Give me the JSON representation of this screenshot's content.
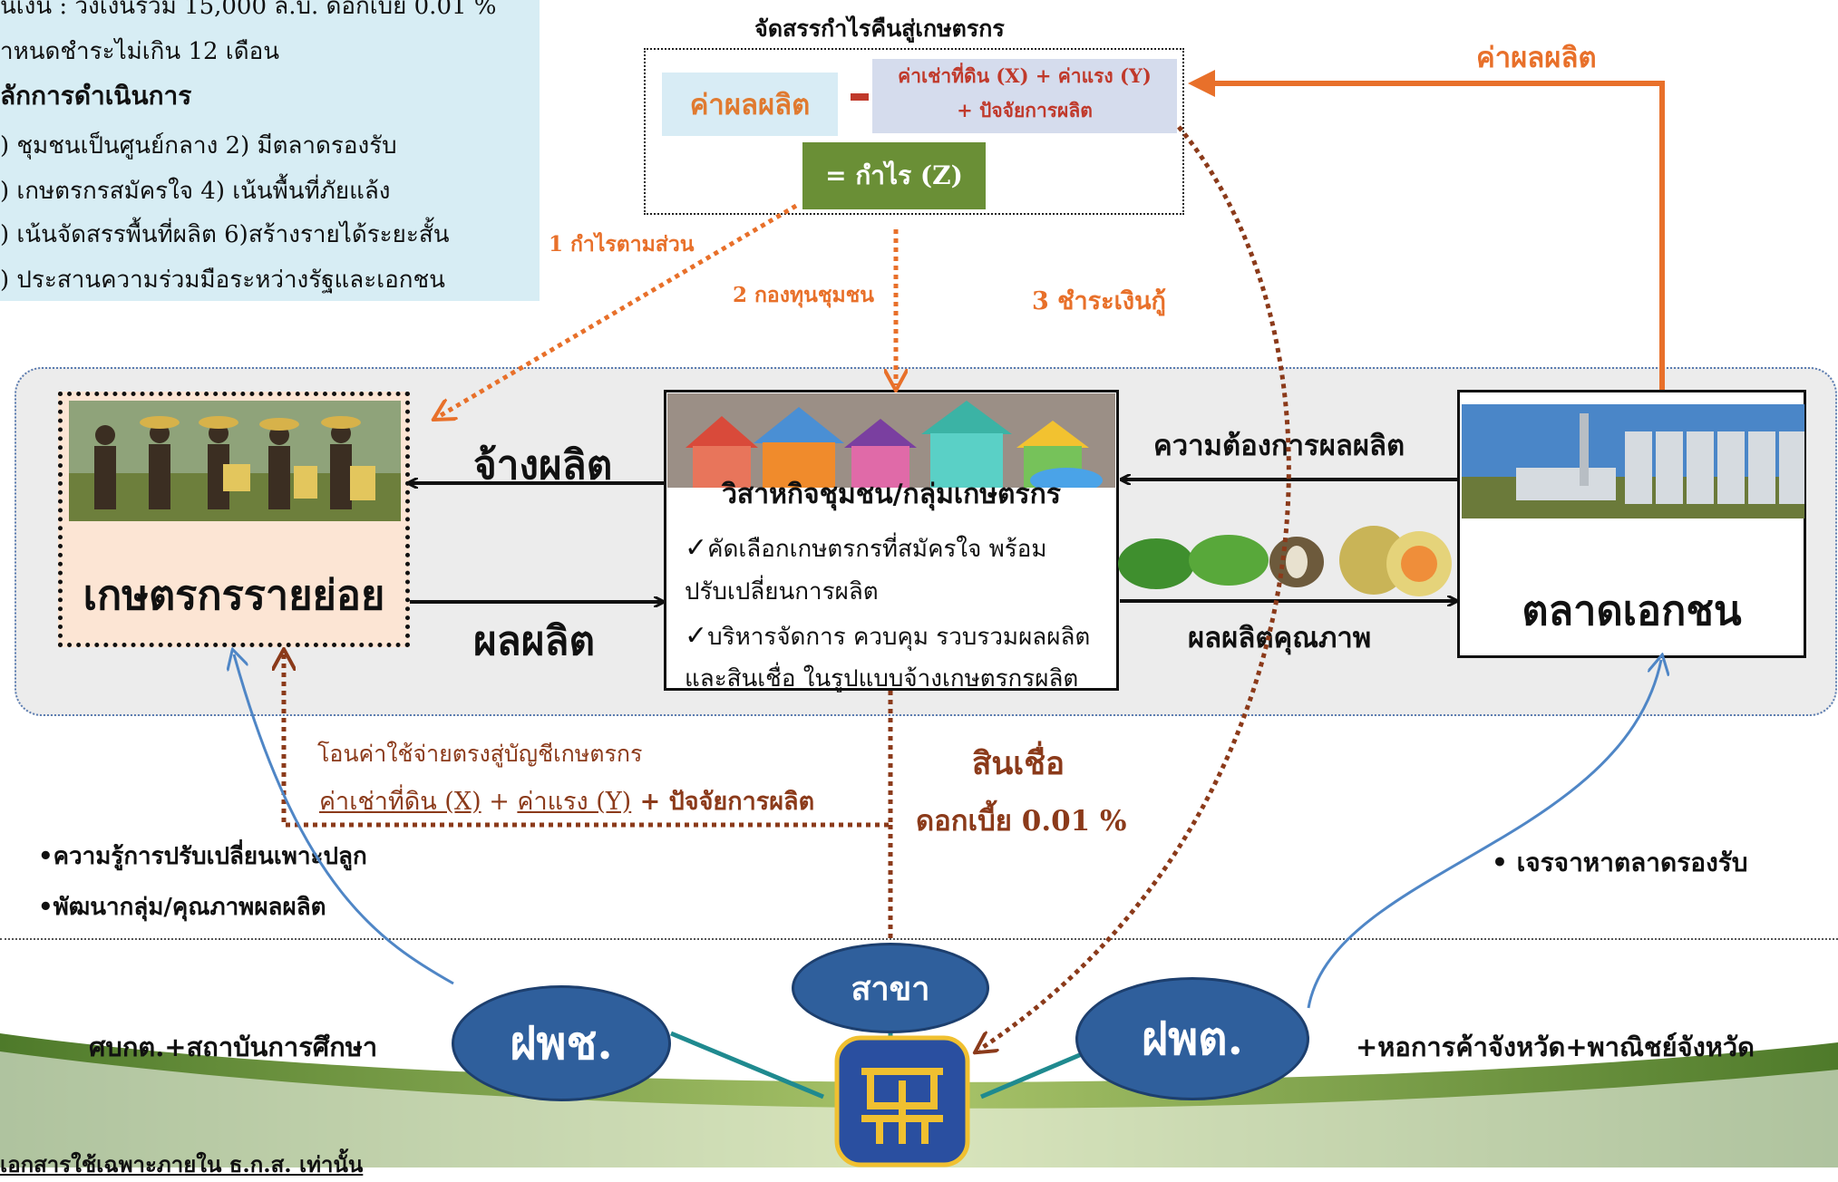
{
  "info_box": {
    "line1": "นเงิน : วงเงินรวม 15,000 ล.บ. ดอกเบี้ย 0.01 %",
    "line2": "าหนดชำระไม่เกิน 12 เดือน",
    "heading": "ลักการดำเนินการ",
    "line3": ") ชุมชนเป็นศูนย์กลาง    2) มีตลาดรองรับ",
    "line4": ") เกษตรกรสมัครใจ       4) เน้นพื้นที่ภัยแล้ง",
    "line5": ") เน้นจัดสรรพื้นที่ผลิต  6)สร้างรายได้ระยะสั้น",
    "line6": ") ประสานความร่วมมือระหว่างรัฐและเอกชน"
  },
  "profit": {
    "title": "จัดสรรกำไรคืนสู่เกษตรกร",
    "cost_label": "ค่าผลผลิต",
    "formula_line1": "ค่าเช่าที่ดิน (X) + ค่าแรง (Y)",
    "formula_line2": "+ ปัจจัยการผลิต",
    "result": "= กำไร (Z)"
  },
  "flows": {
    "share": "1 กำไรตามส่วน",
    "fund": "2 กองทุนชุมชน",
    "repay": "3 ชำระเงินกู้",
    "payment_top": "ค่าผลผลิต",
    "hire": "จ้างผลิต",
    "produce": "ผลผลิต",
    "demand": "ความต้องการผลผลิต",
    "quality": "ผลผลิตคุณภาพ",
    "transfer": "โอนค่าใช้จ่ายตรงสู่บัญชีเกษตรกร",
    "transfer_x": "ค่าเช่าที่ดิน (X)",
    "plus1": " + ",
    "transfer_y": "ค่าแรง (Y)",
    "transfer_rest": " + ปัจจัยการผลิต",
    "credit": "สินเชื่อ",
    "interest": "ดอกเบี้ย 0.01 %"
  },
  "farmer": {
    "label": "เกษตรกรรายย่อย"
  },
  "coop": {
    "title": "วิสาหกิจชุมชน/กลุ่มเกษตรกร",
    "check": "✓",
    "bullet1a": "คัดเลือกเกษตรกรที่สมัครใจ พร้อม",
    "bullet1b": "ปรับเปลี่ยนการผลิต",
    "bullet2a": "บริหารจัดการ ควบคุม รวบรวมผลผลิต",
    "bullet2b": "และสินเชื่อ ในรูปแบบจ้างเกษตรกรผลิต"
  },
  "market": {
    "label": "ตลาดเอกชน"
  },
  "support": {
    "left1": "•ความรู้การปรับเปลี่ยนเพาะปลูก",
    "left2": "•พัฒนากลุ่ม/คุณภาพผลผลิต",
    "right1": "• เจรจาหาตลาดรองรับ",
    "left_partner": "ศบกต.+สถาบันการศึกษา",
    "right_partner": "+หอการค้าจังหวัด+พาณิชย์จังหวัด"
  },
  "nodes": {
    "left_oval": "ฝพช.",
    "right_oval": "ฝพต.",
    "branch": "สาขา"
  },
  "footer": {
    "note": "เอกสารใช้เฉพาะภายใน ธ.ก.ส. เท่านั้น"
  },
  "colors": {
    "orange": "#e8702a",
    "brown": "#8b3a1a",
    "blue_line": "#4f86c6",
    "oval": "#2f5f9c",
    "green_profit": "#6a8f36"
  }
}
